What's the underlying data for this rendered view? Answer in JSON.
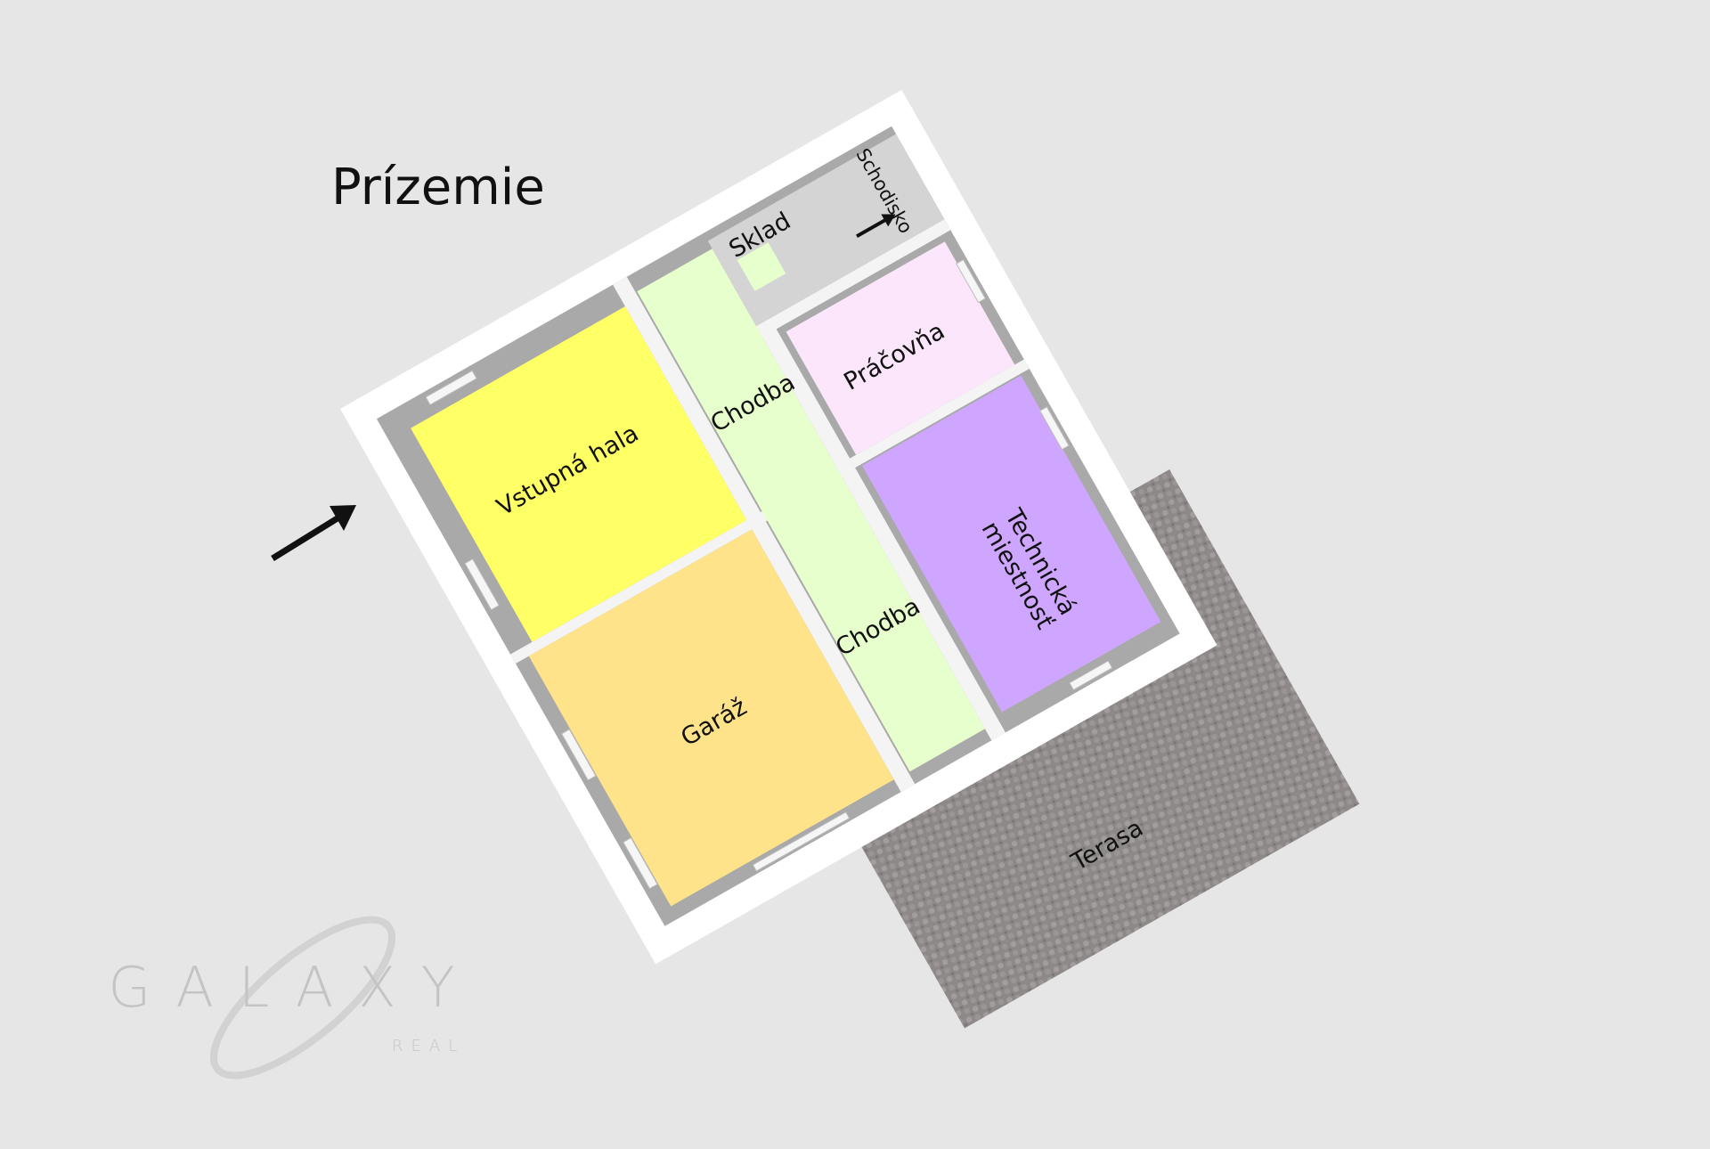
{
  "title": "Prízemie",
  "rooms": {
    "vstupna_hala": {
      "label": "Vstupná hala",
      "color": "#ffff66"
    },
    "garaz": {
      "label": "Garáž",
      "color": "#ffe38a"
    },
    "chodba_top": {
      "label": "Chodba",
      "color": "#e6ffcc"
    },
    "chodba_bottom": {
      "label": "Chodba",
      "color": "#e6ffcc"
    },
    "pracovna": {
      "label": "Práčovňa",
      "color": "#fbe6fb"
    },
    "technicka_line1": {
      "label": "Technická",
      "color": "#cfa6ff"
    },
    "technicka_line2": {
      "label": "miestnosť"
    },
    "sklad": {
      "label": "Sklad",
      "color": "#e6ffcc"
    },
    "schodisko": {
      "label": "Schodisko",
      "color": "#d4d4d4"
    },
    "terasa": {
      "label": "Terasa",
      "color": "#8e8989"
    }
  },
  "watermark": {
    "main": "GALAXY",
    "sub": "REAL"
  },
  "colors": {
    "background": "#e6e6e6",
    "outer_wall": "#ffffff",
    "inner_wall": "#a9a9a9"
  }
}
